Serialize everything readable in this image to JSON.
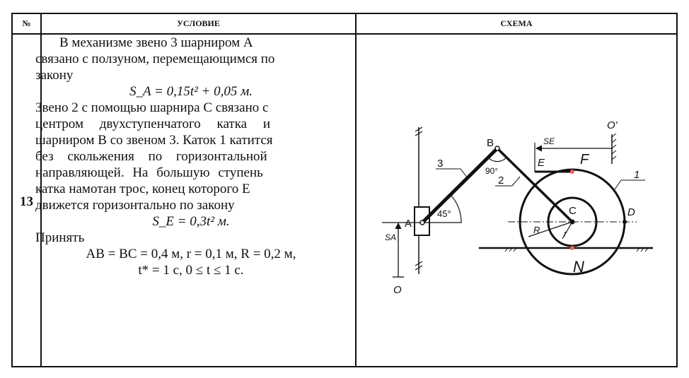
{
  "table": {
    "headers": {
      "number": "№",
      "condition": "УСЛОВИЕ",
      "scheme": "СХЕМА"
    },
    "row": {
      "number": "13",
      "lines": [
        "В механизме звено 3 шарниром A",
        "связано с ползуном, перемещающимся по",
        "закону",
        "S_A = 0,15t² + 0,05  м.",
        "Звено 2 с помощью шарнира C связано с",
        "центром двухступенчатого катка и",
        "шарниром B со звеном 3. Каток 1 катится",
        "без скольжения по горизонтальной",
        "направляющей. На большую ступень",
        "катка намотан трос, конец которого E",
        "движется горизонтально по закону",
        "S_E = 0,3t²  м.",
        "Принять",
        "AB = BC = 0,4 м,  r = 0,1 м,  R = 0,2 м,",
        "t* = 1 с,  0 ≤ t ≤ 1 с."
      ]
    },
    "scheme_labels": {
      "A": "A",
      "B": "B",
      "C": "C",
      "D": "D",
      "E": "E",
      "F": "F",
      "N": "N",
      "O": "O",
      "O1": "O'",
      "SA": "SA",
      "SE": "SE",
      "link3": "3",
      "link2": "2",
      "disk1": "1",
      "angle45": "45°",
      "angle90": "90°",
      "R": "R",
      "r": "r"
    },
    "colors": {
      "ink": "#111111",
      "marker": "#f06060"
    }
  }
}
